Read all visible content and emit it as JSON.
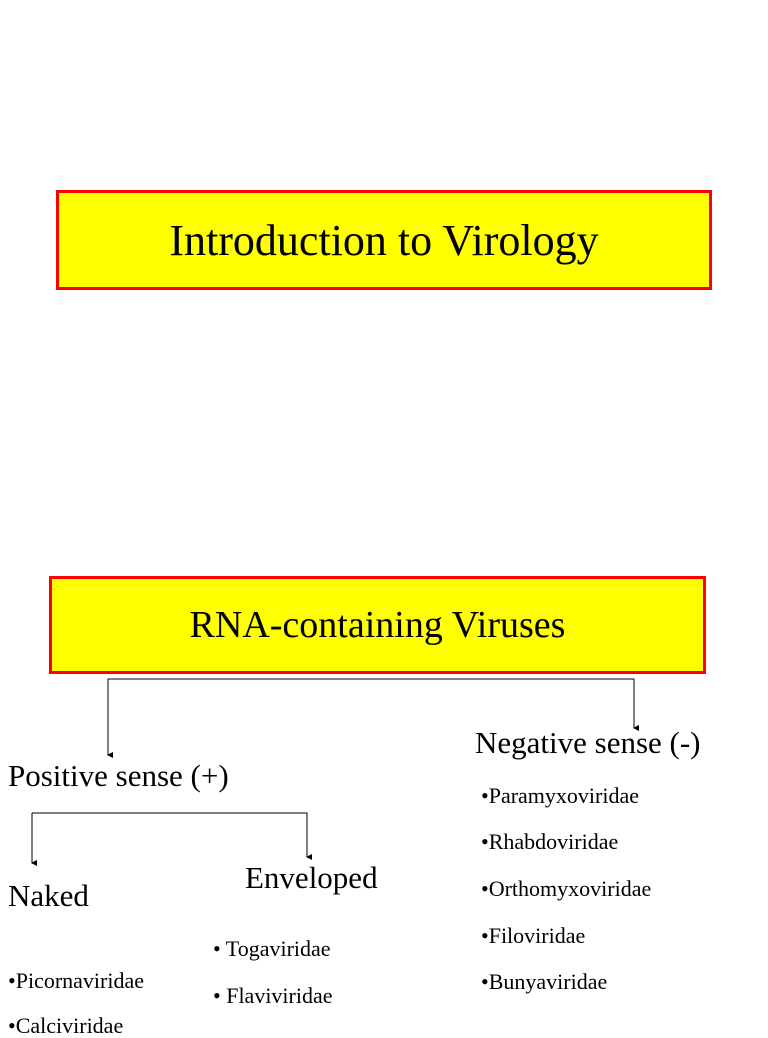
{
  "slide": {
    "title": "Introduction to Virology"
  },
  "diagram": {
    "root": "RNA-containing Viruses",
    "negative": {
      "label": "Negative sense (-)",
      "items": [
        "•Paramyxoviridae",
        "•Rhabdoviridae",
        "•Orthomyxoviridae",
        "•Filoviridae",
        "•Bunyaviridae"
      ]
    },
    "positive": {
      "label": "Positive sense (+)",
      "naked": {
        "label": "Naked",
        "items": [
          "•Picornaviridae",
          "•Calciviridae"
        ]
      },
      "enveloped": {
        "label": "Enveloped",
        "items": [
          "• Togaviridae",
          "• Flaviviridae"
        ]
      }
    }
  },
  "colors": {
    "box_fill": "#ffff00",
    "box_border": "#ff0000",
    "text": "#000000"
  }
}
